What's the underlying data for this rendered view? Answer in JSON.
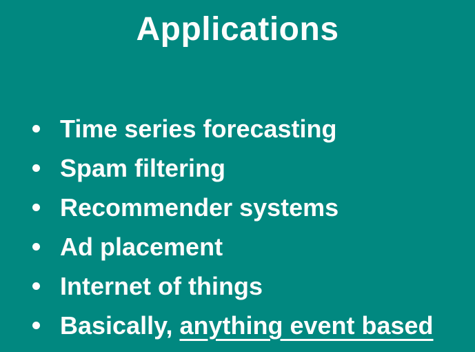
{
  "slide": {
    "title": "Applications",
    "theme": {
      "background_color": "#018880",
      "text_color": "#FDFDFC"
    },
    "bullets": [
      {
        "label": "Time series forecasting"
      },
      {
        "label": "Spam filtering"
      },
      {
        "label": "Recommender systems"
      },
      {
        "label": "Ad placement"
      },
      {
        "label": "Internet of things"
      },
      {
        "label": "Basically, ",
        "underlined": "anything event based"
      }
    ]
  }
}
